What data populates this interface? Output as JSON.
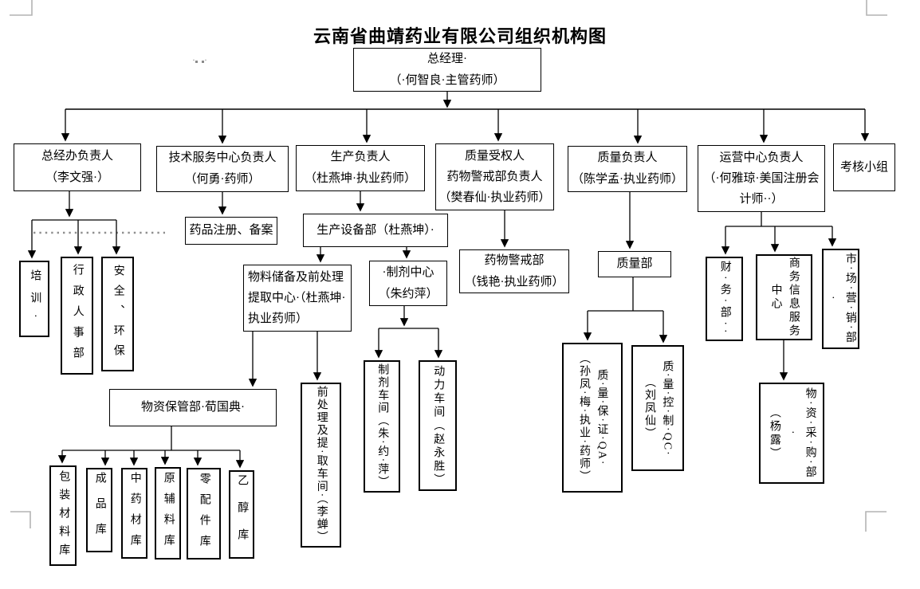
{
  "page": {
    "title": "云南省曲靖药业有限公司组织机构图",
    "stray_dots": "· ·"
  },
  "colors": {
    "ink": "#000000",
    "box_border": "#000000",
    "dotted_line": "#8f8f8f",
    "crop_mark": "#b4b4b4",
    "background": "#ffffff"
  },
  "org": {
    "root": {
      "label": "总经理·\n（·何智良·主管药师）"
    },
    "level2": {
      "admin_office": {
        "label": "总经办负责人\n（李文强·）"
      },
      "tech_service": {
        "label": "技术服务中心负责人\n（何勇·药师）"
      },
      "production": {
        "label": "生产负责人\n（杜燕坤·执业药师）"
      },
      "quality_authorized": {
        "label": "质量受权人\n药物警戒部负责人\n（樊春仙·执业药师）"
      },
      "quality_head": {
        "label": "质量负责人\n（陈学孟·执业药师）"
      },
      "operations": {
        "label": "运营中心负责人\n（·何雅琼·美国注册会\n计师··）"
      },
      "assessment": {
        "label": "考核小组"
      }
    },
    "departments": {
      "training": {
        "label": "培训·"
      },
      "hr_admin": {
        "label": "行政人事部"
      },
      "safety_env": {
        "label": "安全、环保"
      },
      "drug_registration": {
        "label": "药品注册、备案"
      },
      "production_equipment": {
        "label": "生产设备部（杜燕坤）·"
      },
      "material_storage_center": {
        "label": "物料储备及前处理\n提取中心·（杜燕坤·\n执业药师）"
      },
      "formulation_center": {
        "label": "·制剂中心\n（朱约萍）"
      },
      "pharmacovigilance": {
        "label": "药物警戒部\n（钱艳·执业药师）"
      },
      "quality_dept": {
        "label": "质量部"
      },
      "material_keeping": {
        "label": "物资保管部·荀国典·"
      },
      "qa": {
        "label": "质·量·保·证·QA·\n（孙凤·梅·执业·药师）"
      },
      "qc": {
        "label": "质·量·控·制·QC·\n（刘凤仙）"
      },
      "finance": {
        "label": "财·务·部··"
      },
      "business_info": {
        "label": "商务信息服务\n中心"
      },
      "marketing": {
        "label": "市·场·营·销·部·"
      },
      "procurement": {
        "label": "物·资·采·购·部·\n（杨露）"
      },
      "pre_extraction_workshop": {
        "label": "前处理及提·取车间·（李蝉）"
      },
      "formulation_workshop": {
        "label": "制剂车间（朱·约·萍）"
      },
      "power_workshop": {
        "label": "动力车间（赵永胜）"
      },
      "warehouses": [
        {
          "label": "包装材料库"
        },
        {
          "label": "成品库"
        },
        {
          "label": "中药材库"
        },
        {
          "label": "原辅料库"
        },
        {
          "label": "零配件库"
        },
        {
          "label": "乙醇库"
        }
      ]
    }
  }
}
